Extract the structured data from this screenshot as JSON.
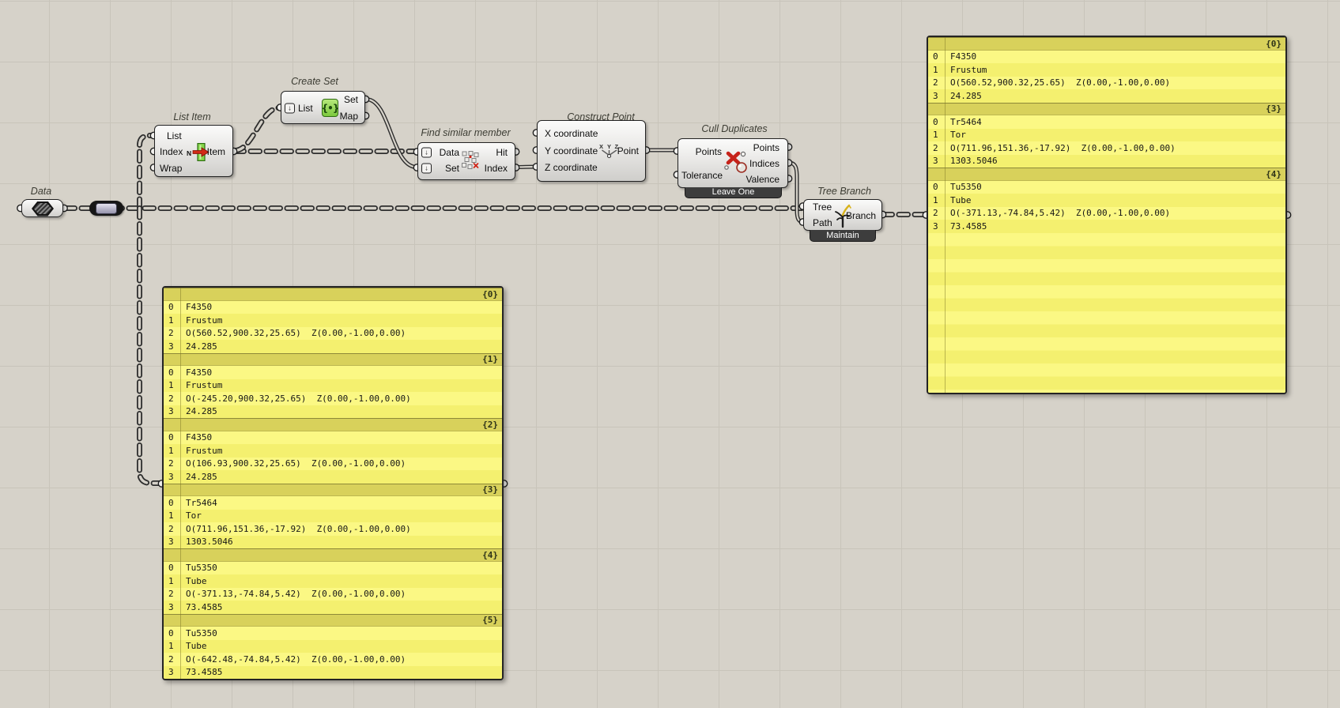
{
  "colors": {
    "canvas_bg": "#d6d2c9",
    "grid_line": "#c8c4ba",
    "panel_bg": "#fbf884",
    "panel_row_alt": "#f4f06f",
    "panel_header": "#d8d15b",
    "wire": "#2e2e2e",
    "mode_band": "#3d3d3d",
    "set_icon_green": "#7cc93e",
    "cull_red": "#c6221a"
  },
  "components": {
    "data_param": {
      "label": "Data"
    },
    "list_item": {
      "label": "List Item",
      "inputs": [
        "List",
        "Index",
        "Wrap"
      ],
      "index_modifier": "N",
      "outputs": [
        "Item"
      ]
    },
    "create_set": {
      "label": "Create Set",
      "inputs": [
        "List"
      ],
      "outputs": [
        "Set",
        "Map"
      ],
      "icon_text": "{•}"
    },
    "find_similar": {
      "label": "Find similar member",
      "inputs": [
        "Data",
        "Set"
      ],
      "outputs": [
        "Hit",
        "Index"
      ]
    },
    "construct_point": {
      "label": "Construct Point",
      "inputs": [
        "X coordinate",
        "Y coordinate",
        "Z coordinate"
      ],
      "outputs": [
        "Point"
      ]
    },
    "cull_duplicates": {
      "label": "Cull Duplicates",
      "inputs": [
        "Points",
        "Tolerance"
      ],
      "outputs": [
        "Points",
        "Indices",
        "Valence"
      ],
      "mode": "Leave One"
    },
    "tree_branch": {
      "label": "Tree Branch",
      "inputs": [
        "Tree",
        "Path"
      ],
      "outputs": [
        "Branch"
      ],
      "mode": "Maintain"
    },
    "flatten_glyph": "↓"
  },
  "panels": {
    "bottom": {
      "sections": [
        {
          "tag": "{0}",
          "rows": [
            {
              "n": "0",
              "v": "F4350"
            },
            {
              "n": "1",
              "v": "Frustum"
            },
            {
              "n": "2",
              "v": "O(560.52,900.32,25.65)  Z(0.00,-1.00,0.00)"
            },
            {
              "n": "3",
              "v": "24.285"
            }
          ]
        },
        {
          "tag": "{1}",
          "rows": [
            {
              "n": "0",
              "v": "F4350"
            },
            {
              "n": "1",
              "v": "Frustum"
            },
            {
              "n": "2",
              "v": "O(-245.20,900.32,25.65)  Z(0.00,-1.00,0.00)"
            },
            {
              "n": "3",
              "v": "24.285"
            }
          ]
        },
        {
          "tag": "{2}",
          "rows": [
            {
              "n": "0",
              "v": "F4350"
            },
            {
              "n": "1",
              "v": "Frustum"
            },
            {
              "n": "2",
              "v": "O(106.93,900.32,25.65)  Z(0.00,-1.00,0.00)"
            },
            {
              "n": "3",
              "v": "24.285"
            }
          ]
        },
        {
          "tag": "{3}",
          "rows": [
            {
              "n": "0",
              "v": "Tr5464"
            },
            {
              "n": "1",
              "v": "Tor"
            },
            {
              "n": "2",
              "v": "O(711.96,151.36,-17.92)  Z(0.00,-1.00,0.00)"
            },
            {
              "n": "3",
              "v": "1303.5046"
            }
          ]
        },
        {
          "tag": "{4}",
          "rows": [
            {
              "n": "0",
              "v": "Tu5350"
            },
            {
              "n": "1",
              "v": "Tube"
            },
            {
              "n": "2",
              "v": "O(-371.13,-74.84,5.42)  Z(0.00,-1.00,0.00)"
            },
            {
              "n": "3",
              "v": "73.4585"
            }
          ]
        },
        {
          "tag": "{5}",
          "rows": [
            {
              "n": "0",
              "v": "Tu5350"
            },
            {
              "n": "1",
              "v": "Tube"
            },
            {
              "n": "2",
              "v": "O(-642.48,-74.84,5.42)  Z(0.00,-1.00,0.00)"
            },
            {
              "n": "3",
              "v": "73.4585"
            }
          ]
        }
      ]
    },
    "right": {
      "sections": [
        {
          "tag": "{0}",
          "rows": [
            {
              "n": "0",
              "v": "F4350"
            },
            {
              "n": "1",
              "v": "Frustum"
            },
            {
              "n": "2",
              "v": "O(560.52,900.32,25.65)  Z(0.00,-1.00,0.00)"
            },
            {
              "n": "3",
              "v": "24.285"
            }
          ]
        },
        {
          "tag": "{3}",
          "rows": [
            {
              "n": "0",
              "v": "Tr5464"
            },
            {
              "n": "1",
              "v": "Tor"
            },
            {
              "n": "2",
              "v": "O(711.96,151.36,-17.92)  Z(0.00,-1.00,0.00)"
            },
            {
              "n": "3",
              "v": "1303.5046"
            }
          ]
        },
        {
          "tag": "{4}",
          "rows": [
            {
              "n": "0",
              "v": "Tu5350"
            },
            {
              "n": "1",
              "v": "Tube"
            },
            {
              "n": "2",
              "v": "O(-371.13,-74.84,5.42)  Z(0.00,-1.00,0.00)"
            },
            {
              "n": "3",
              "v": "73.4585"
            }
          ]
        }
      ]
    }
  }
}
